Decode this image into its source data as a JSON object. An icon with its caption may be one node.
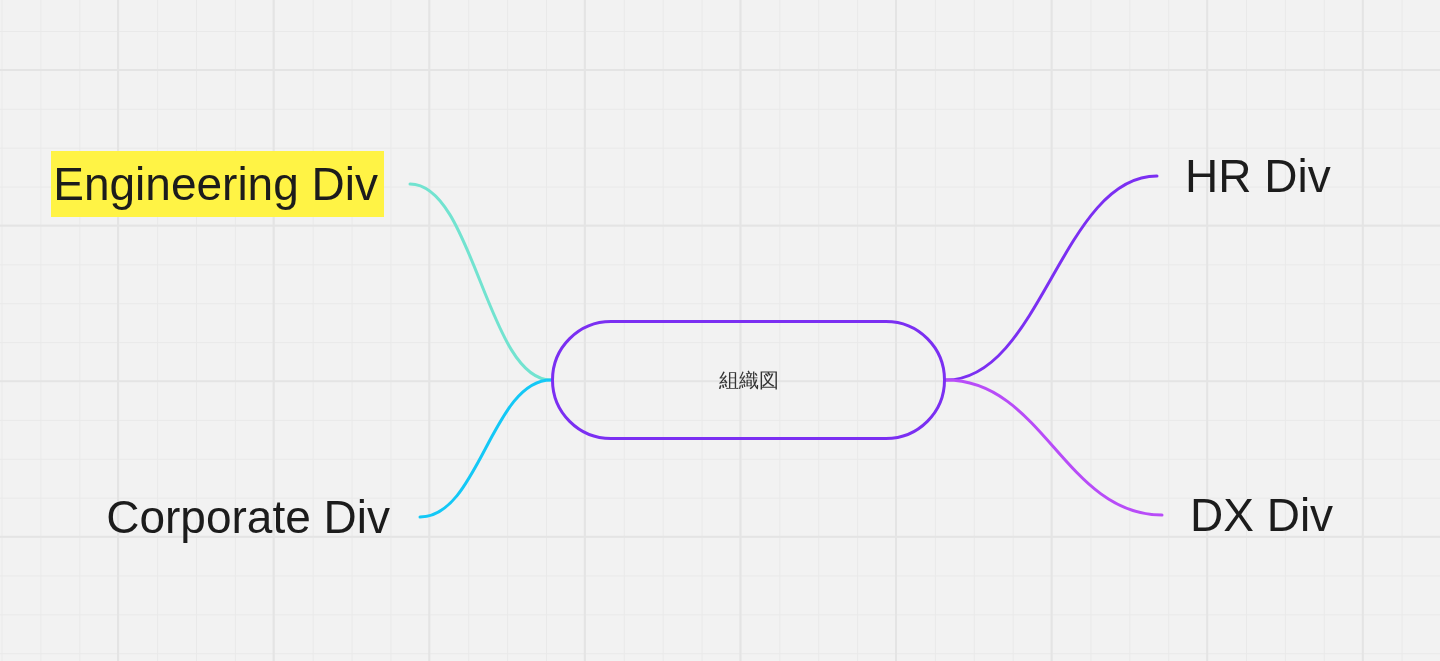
{
  "diagram": {
    "nodes": [
      {
        "text": [
          "組織図"
        ]
      },
      {
        "text": [
          "Engineering Div"
        ]
      },
      {
        "text": [
          "Corporate Div"
        ]
      },
      {
        "text": [
          "HR Div"
        ]
      },
      {
        "text": [
          "DX Div"
        ]
      }
    ],
    "edges": [
      {
        "from": 0,
        "to": 1,
        "arrow": "none",
        "color": "#72e3d0"
      },
      {
        "from": 0,
        "to": 2,
        "arrow": "none",
        "color": "#14c8f6"
      },
      {
        "from": 0,
        "to": 3,
        "arrow": "none",
        "color": "#7b2ff2"
      },
      {
        "from": 0,
        "to": 4,
        "arrow": "none",
        "color": "#b84cf8"
      }
    ]
  }
}
